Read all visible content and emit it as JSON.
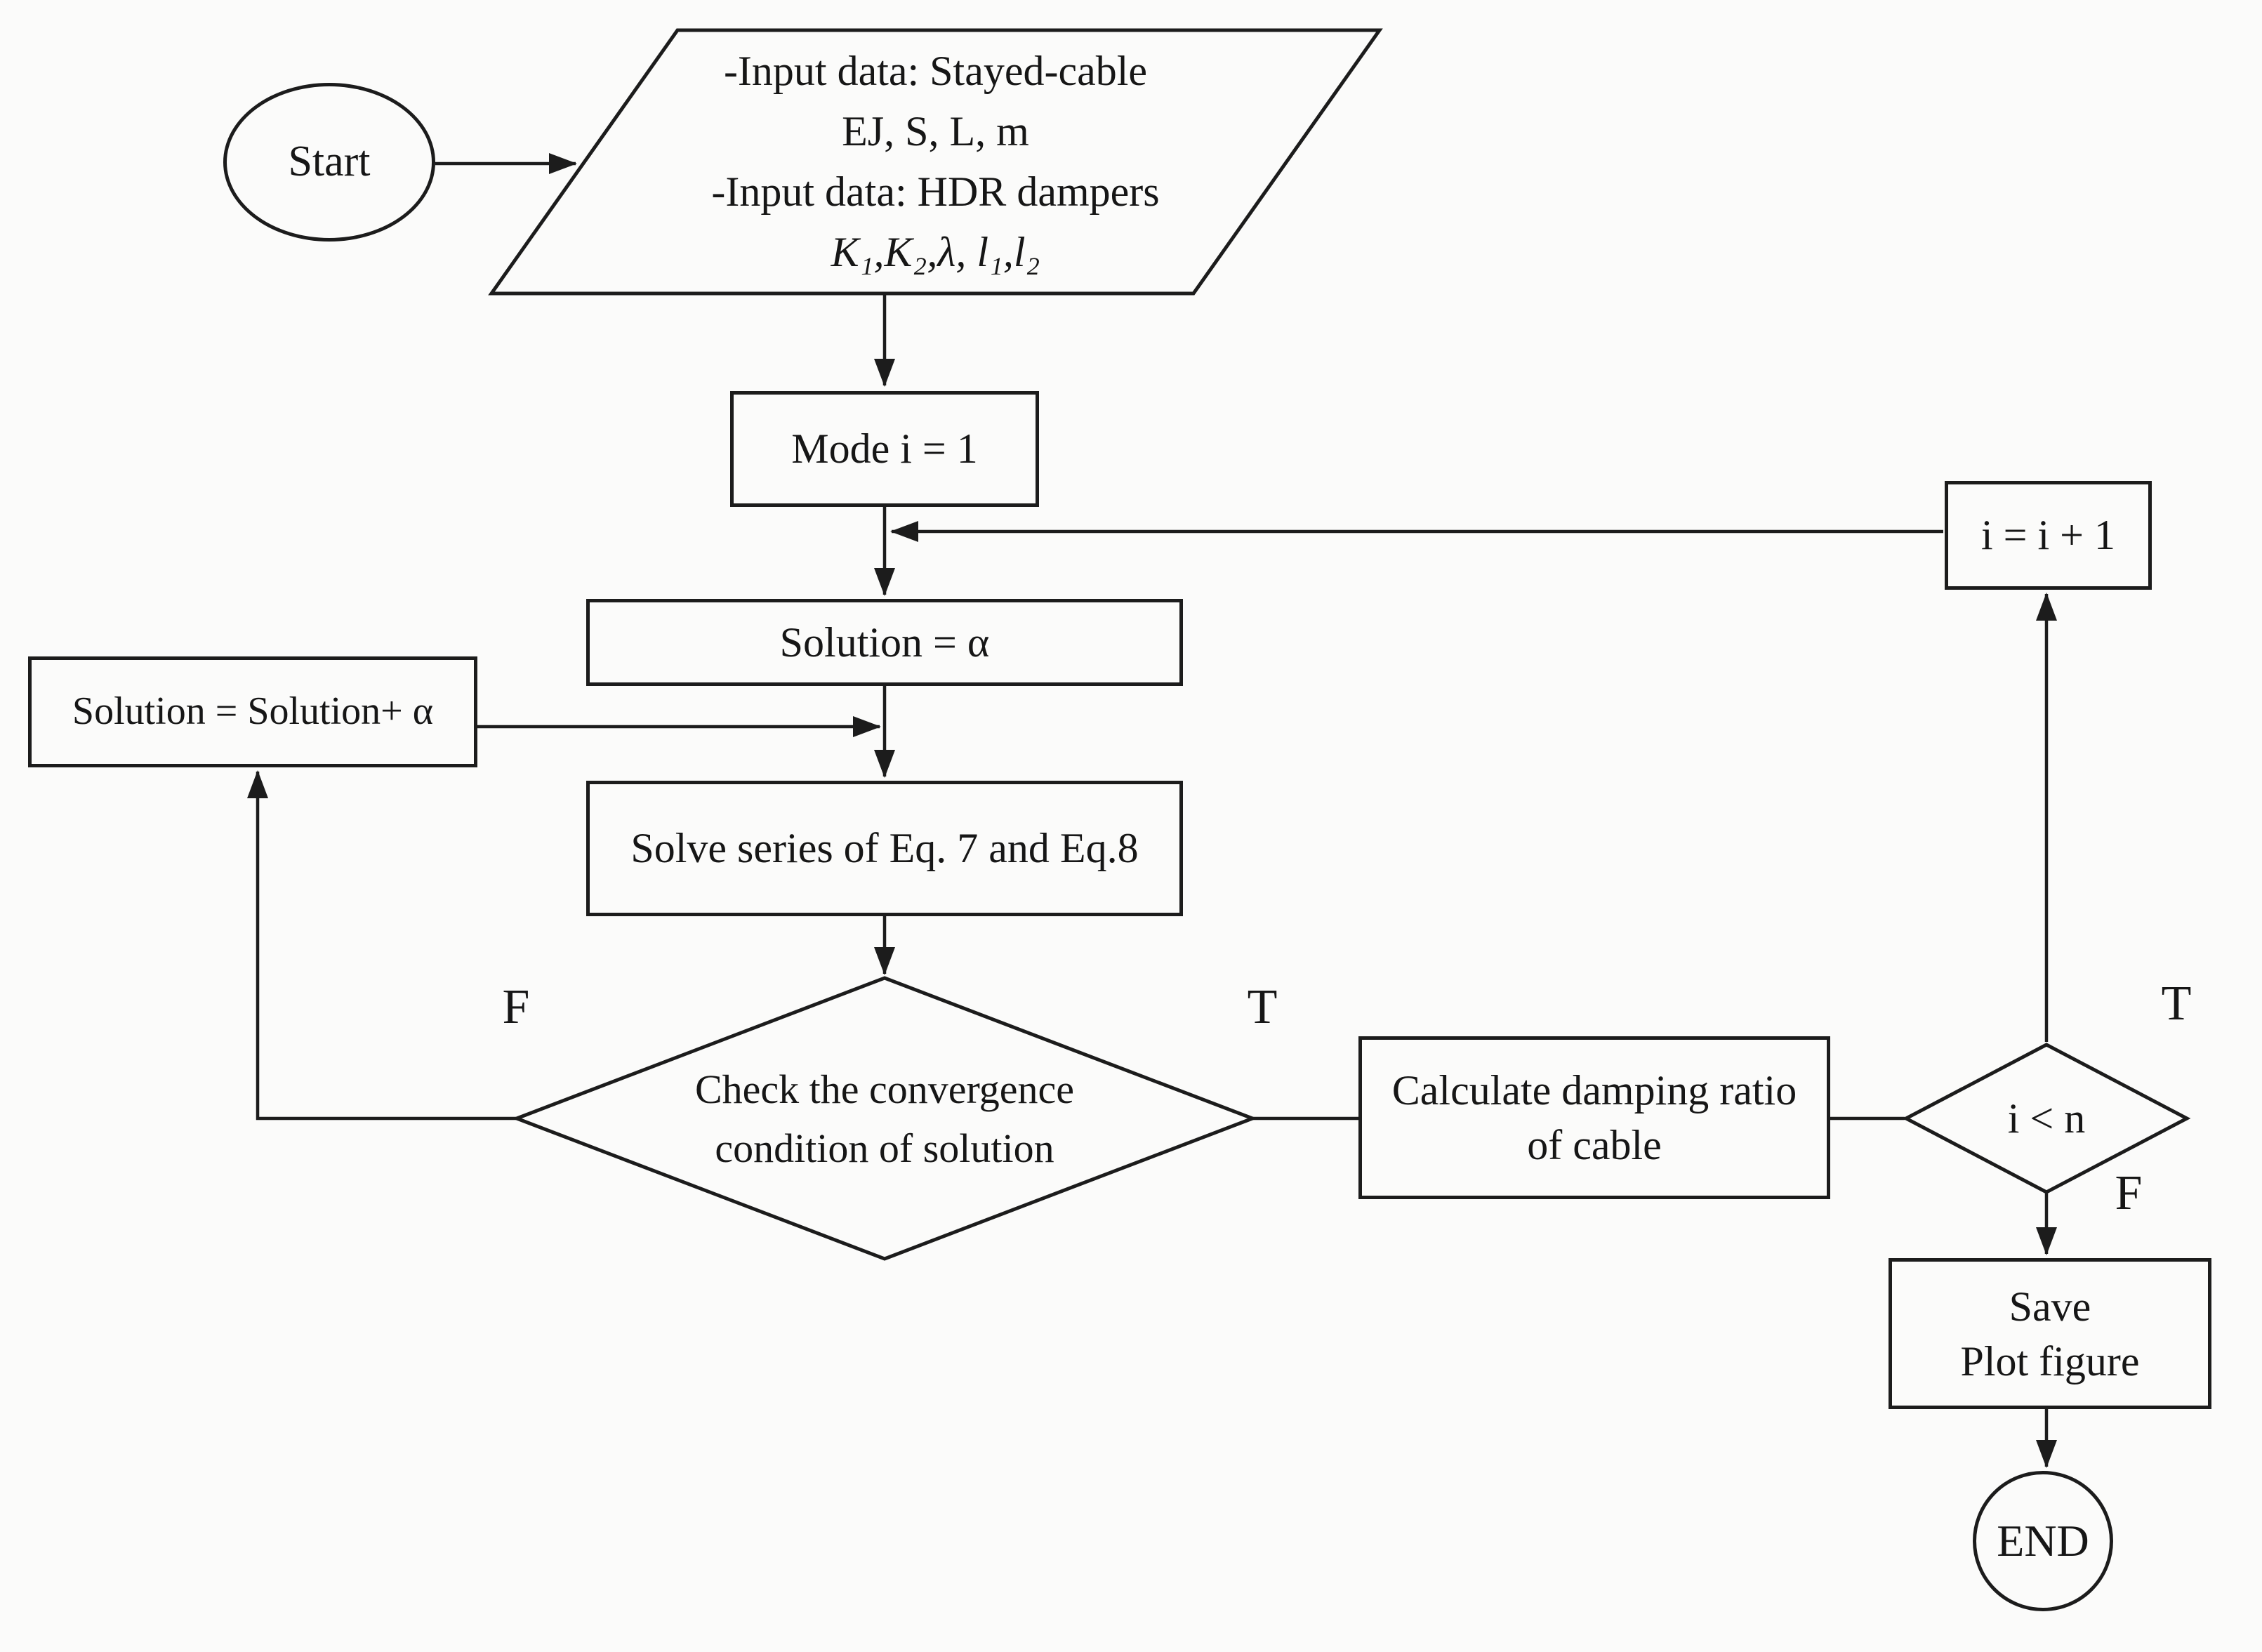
{
  "flowchart": {
    "colors": {
      "background": "#fbfbfa",
      "stroke": "#1c1c1c",
      "text": "#161616"
    },
    "nodes": {
      "start": {
        "type": "terminator",
        "label": "Start"
      },
      "input_data": {
        "type": "input-parallelogram",
        "lines": [
          "-Input data: Stayed-cable",
          "EJ, S, L, m",
          "-Input data: HDR dampers",
          "K₁,K₂,λ, l₁,l₂"
        ]
      },
      "mode_init": {
        "type": "process",
        "label": "Mode i = 1"
      },
      "increment": {
        "type": "process",
        "label": "i = i + 1"
      },
      "solution_init": {
        "type": "process",
        "label": "Solution = α"
      },
      "solution_update": {
        "type": "process",
        "label": "Solution = Solution+ α"
      },
      "solve_equations": {
        "type": "process",
        "label": "Solve series of Eq. 7 and Eq.8"
      },
      "convergence_check": {
        "type": "decision",
        "lines": [
          "Check the convergence",
          "condition of solution"
        ]
      },
      "calc_damping": {
        "type": "process",
        "lines": [
          "Calculate damping ratio",
          "of cable"
        ]
      },
      "mode_count_check": {
        "type": "decision",
        "label": "i < n"
      },
      "save_plot": {
        "type": "process",
        "lines": [
          "Save",
          "Plot figure"
        ]
      },
      "end": {
        "type": "terminator",
        "label": "END"
      }
    },
    "branch_labels": {
      "convergence_false": "F",
      "convergence_true": "T",
      "mode_count_true": "T",
      "mode_count_false": "F"
    }
  }
}
